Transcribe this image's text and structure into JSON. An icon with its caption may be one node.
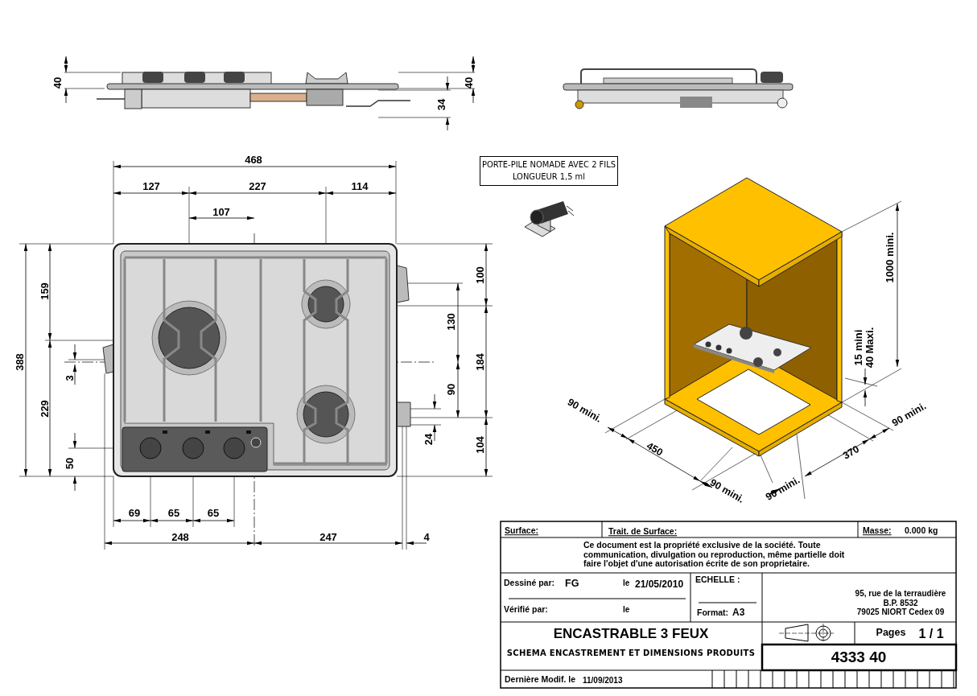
{
  "diagram": {
    "nodes": [
      {
        "text": [
          "PORTE-PILE NOMADE AVEC 2 FILS LONGUEUR 1,5 ml"
        ]
      }
    ],
    "edges": [],
    "labels": [
      "40",
      "40",
      "34",
      "468",
      "127",
      "227",
      "114",
      "107",
      "388",
      "159",
      "3",
      "229",
      "50",
      "100",
      "130",
      "184",
      "90",
      "24",
      "104",
      "69",
      "65",
      "65",
      "248",
      "247",
      "4",
      "1000  mini.",
      "15 mini",
      "40 Maxi.",
      "90  mini.",
      "450",
      "90  mini.",
      "90  mini.",
      "370",
      "90  mini.",
      "Surface:",
      "Trait. de Surface:",
      "Masse:",
      "0.000 kg",
      "Ce document est la propriété exclusive de la société. Toute communication, divulgation ou reproduction, même partielle doit faire l'objet d'une autorisation écrite de son proprietaire.",
      "Dessiné par:",
      "FG",
      "le",
      "21/05/2010",
      "ECHELLE :",
      "Vérifié par:",
      "le",
      "Format:",
      "A3",
      "95, rue de la terraudière",
      "B.P. 8532",
      "79025 NIORT Cedex 09",
      "ENCASTRABLE 3 FEUX",
      "SCHEMA ENCASTREMENT ET DIMENSIONS PRODUITS",
      "Pages",
      "1 / 1",
      "4333 40",
      "Dernière Modif. le",
      "11/09/2013"
    ]
  }
}
